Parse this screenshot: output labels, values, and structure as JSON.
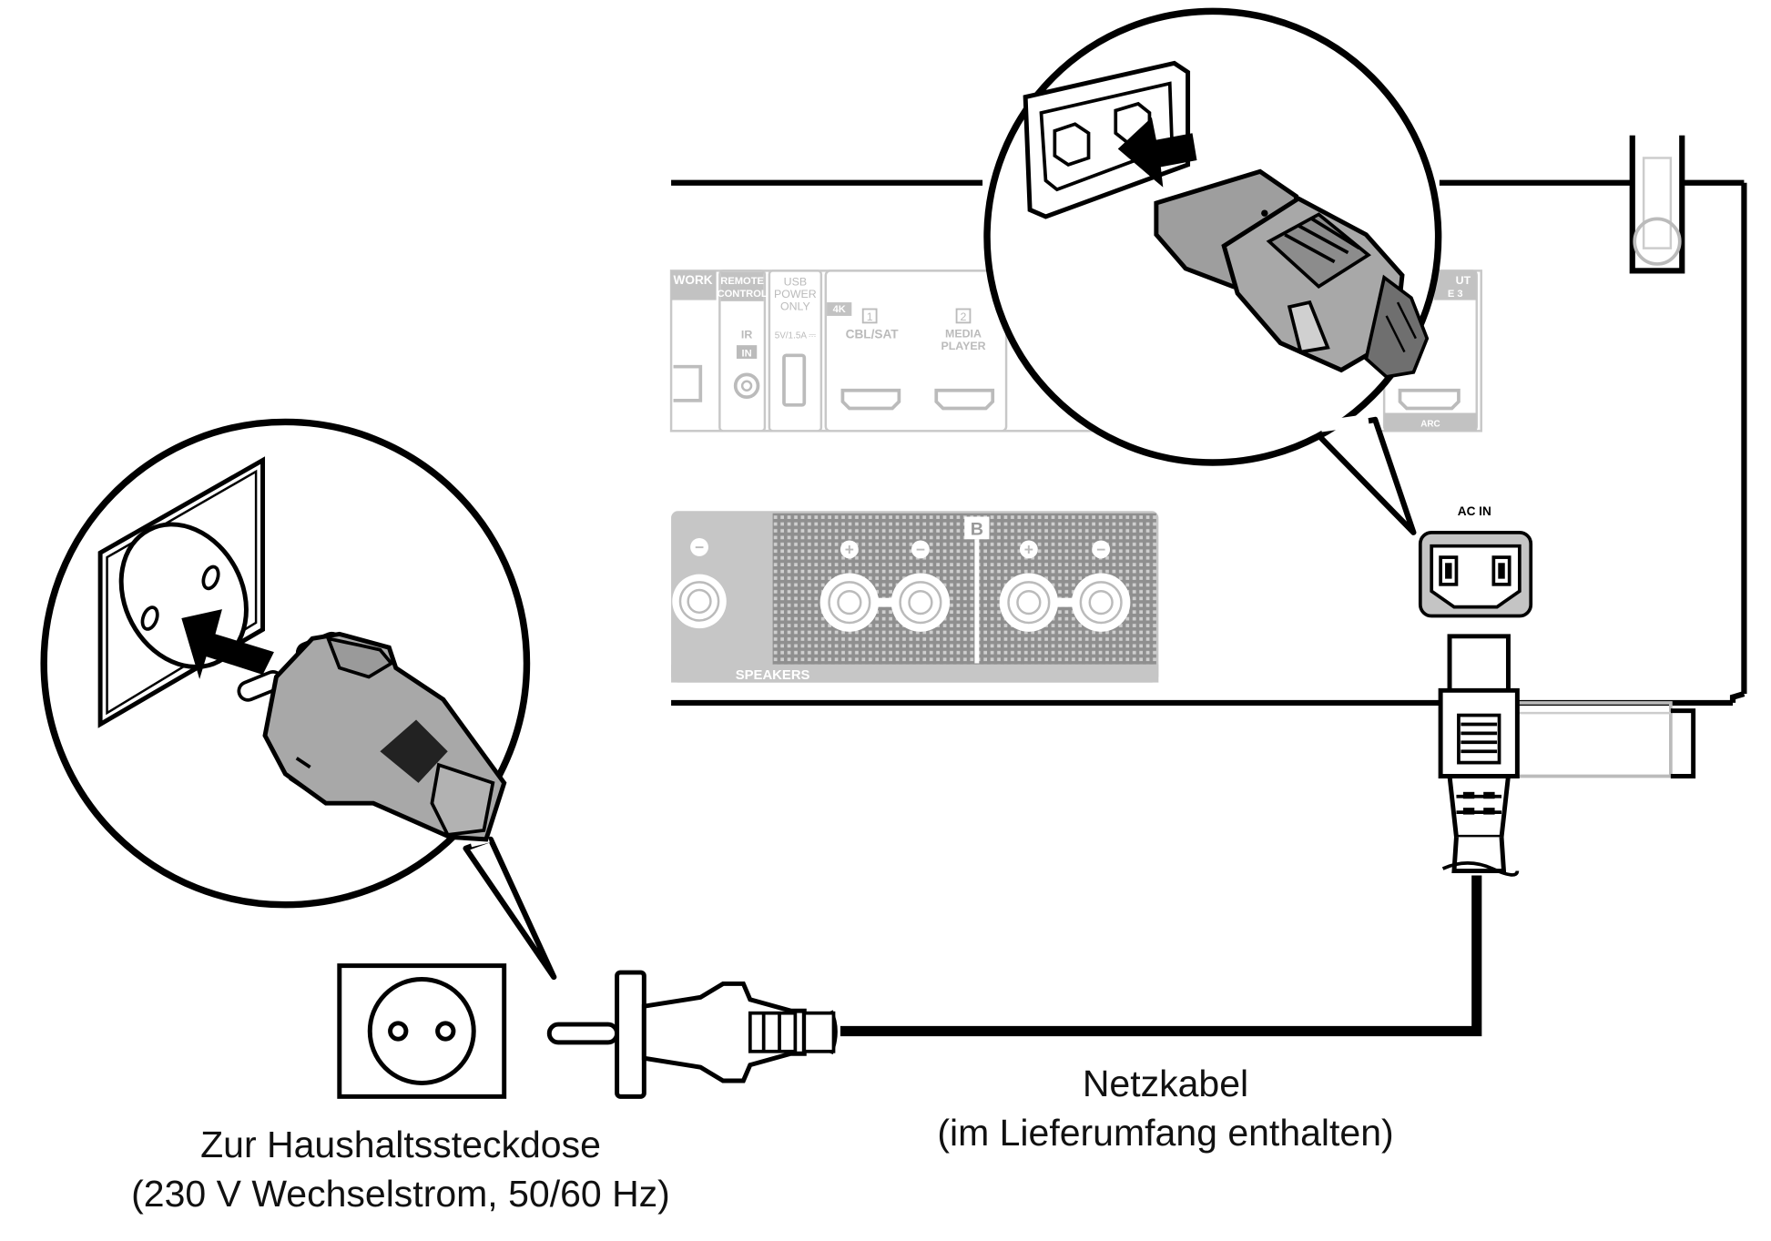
{
  "panel_labels": {
    "network": "WORK",
    "remote_control": [
      "REMOTE",
      "CONTROL"
    ],
    "ir": "IR",
    "ir_in": "IN",
    "usb": [
      "USB",
      "POWER",
      "ONLY"
    ],
    "usb_rating": "5V/1.5A ⎓",
    "hdmi_4k": "4K",
    "cbl_sat_num": "1",
    "cbl_sat": "CBL/SAT",
    "media_player_num": "2",
    "media_player": [
      "MEDIA",
      "PLAYER"
    ],
    "hdmi_out": [
      "UT",
      "E 3"
    ],
    "arc": "ARC",
    "speakers": "SPEAKERS",
    "speaker_b": "B",
    "plus": "+",
    "minus": "−",
    "ac_in": "AC IN"
  },
  "captions": {
    "outlet": {
      "line1": "Zur Haushaltssteckdose",
      "line2": "(230 V Wechselstrom, 50/60 Hz)"
    },
    "cable": {
      "line1": "Netzkabel",
      "line2": "(im Lieferumfang enthalten)"
    }
  }
}
